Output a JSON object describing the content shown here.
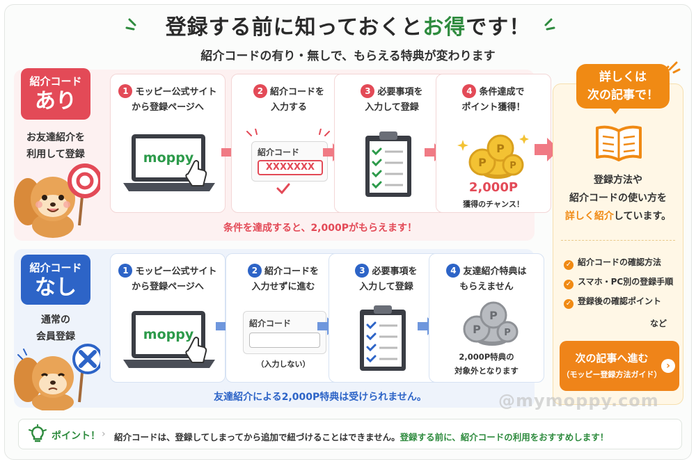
{
  "header": {
    "title_main": "登録する前に知っておくと",
    "title_em": "お得",
    "title_end": "です！",
    "subtitle": "紹介コードの有り・無しで、もらえる特典が変わります"
  },
  "with_code": {
    "badge_small": "紹介コード",
    "badge_big": "あり",
    "label_line1": "お友達紹介を",
    "label_line2": "利用して登録",
    "steps": [
      {
        "num": "1",
        "line1": "モッピー公式サイト",
        "line2": "から登録ページへ"
      },
      {
        "num": "2",
        "line1": "紹介コードを",
        "line2": "入力する"
      },
      {
        "num": "3",
        "line1": "必要事項を",
        "line2": "入力して登録"
      },
      {
        "num": "4",
        "line1": "条件達成で",
        "line2": "ポイント獲得！"
      }
    ],
    "laptop_brand": "moppy",
    "code_label": "紹介コード",
    "code_value": "XXXXXXX",
    "reward_amount": "2,000P",
    "reward_note": "獲得のチャンス！",
    "footer": "条件を達成すると、2,000Pがもらえます！"
  },
  "without_code": {
    "badge_small": "紹介コード",
    "badge_big": "なし",
    "label_line1": "通常の",
    "label_line2": "会員登録",
    "steps": [
      {
        "num": "1",
        "line1": "モッピー公式サイト",
        "line2": "から登録ページへ"
      },
      {
        "num": "2",
        "line1": "紹介コードを",
        "line2": "入力せずに進む"
      },
      {
        "num": "3",
        "line1": "必要事項を",
        "line2": "入力して登録"
      },
      {
        "num": "4",
        "line1": "友達紹介特典は",
        "line2": "もらえません"
      }
    ],
    "laptop_brand": "moppy",
    "code_label": "紹介コード",
    "code_note": "（入力しない）",
    "reward_line1": "2,000P特典の",
    "reward_line2": "対象外となります",
    "footer": "友達紹介による2,000P特典は受けられません。"
  },
  "side": {
    "bubble_line1": "詳しくは",
    "bubble_line2": "次の記事で！",
    "text_line1": "登録方法や",
    "text_line2": "紹介コードの使い方を",
    "text_em": "詳しく紹介",
    "text_end": "しています。",
    "checks": [
      "紹介コードの確認方法",
      "スマホ・PC別の登録手順",
      "登録後の確認ポイント"
    ],
    "etc": "など",
    "button_main": "次の記事へ進む",
    "button_sub": "（モッピー登録方法ガイド）"
  },
  "point": {
    "label": "ポイント！",
    "text": "紹介コードは、登録してしまってから追加で紐づけることはできません。",
    "text_em": "登録する前に、紹介コードの利用をおすすめします！"
  },
  "watermark": "@mymoppy.com",
  "colors": {
    "red": "#e34a57",
    "blue": "#2d64c7",
    "green": "#2e8b3e",
    "orange": "#f08a14"
  }
}
